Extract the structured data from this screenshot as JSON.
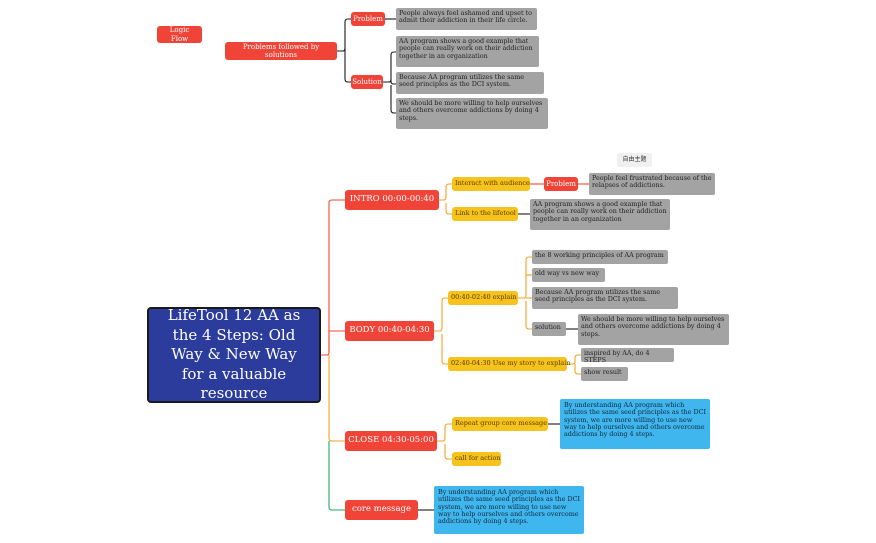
{
  "top_map": {
    "logic_flow": "Logic Flow",
    "root": "Problems followed by solutions",
    "problem_label": "Problem",
    "problem_text": "People always feel ashamed and upset to admit their addiction in their life circle.",
    "solution_label": "Solution",
    "solution_items": [
      "AA program shows a good example that people can really work on their addiction together in an organization",
      "Because AA program utilizes the same seed principles as the DCI system.",
      "We should be more willing to help ourselves and others overcome addictions by doing 4 steps."
    ]
  },
  "main_map": {
    "central": "LifeTool 12 AA as the 4 Steps: Old Way & New Way for a valuable resource",
    "free_topic": "自由主题",
    "intro": {
      "label": "INTRO 00:00-00:40",
      "interact": "Interact with audience",
      "problem_label": "Problem",
      "problem_text": "People feel frustrated because of the relapses of addictions.",
      "link": "Link to the lifetool",
      "link_text": "AA program shows a good example that people can really work on their addiction together in an organization"
    },
    "body": {
      "label": "BODY 00:40-04:30",
      "explain": "00:40-02:40  explain",
      "explain_items": [
        "the 8 working principles of AA program",
        "old way  vs new way",
        "Because AA program utilizes the same seed principles as the DCI system."
      ],
      "solution_label": "solution",
      "solution_text": "We should be more willing to help ourselves and others overcome addictions by doing 4 steps.",
      "story": "02:40-04:30 Use my story to explain",
      "story_items": [
        "inspired by AA, do 4 STEPS",
        "show result"
      ]
    },
    "close": {
      "label": "CLOSE 04:30-05:00",
      "repeat": "Repeat group core message",
      "repeat_text": "By understanding AA program which utilizes the same seed principles as the DCI system, we are more willing to use new way to help ourselves and others overcome addictions by doing 4 steps.",
      "cta": "call for action"
    },
    "core": {
      "label": "core message",
      "text": "By understanding AA program which utilizes the same seed principles as the DCI system, we are more willing to use new way to help ourselves and others overcome addictions by doing 4 steps."
    }
  }
}
